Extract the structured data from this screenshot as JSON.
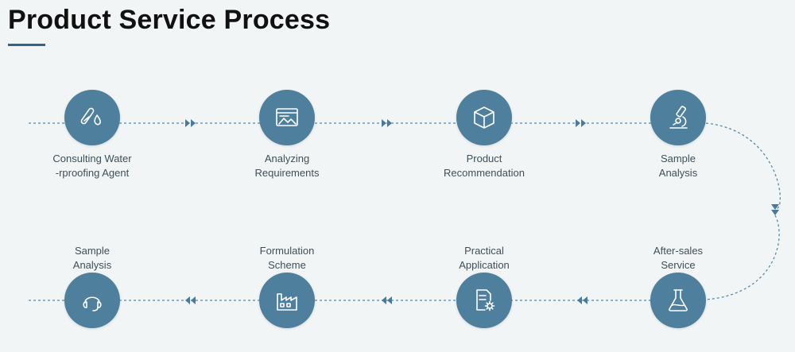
{
  "header": {
    "title": "Product Service Process"
  },
  "steps_top": [
    {
      "label": "Consulting Water\n-rproofing Agent",
      "icon": "dropper-test-tube-icon"
    },
    {
      "label": "Analyzing\nRequirements",
      "icon": "browser-image-icon"
    },
    {
      "label": "Product\nRecommendation",
      "icon": "box-icon"
    },
    {
      "label": "Sample\nAnalysis",
      "icon": "microscope-icon"
    }
  ],
  "steps_bottom": [
    {
      "label": "Sample\nAnalysis",
      "icon": "headset-icon"
    },
    {
      "label": "Formulation\nScheme",
      "icon": "factory-icon"
    },
    {
      "label": "Practical\nApplication",
      "icon": "document-gear-icon"
    },
    {
      "label": "After-sales\nService",
      "icon": "flask-icon"
    }
  ],
  "colors": {
    "node": "#4e7f9d",
    "connector": "#5c88a6",
    "title_accent": "#2f6687"
  }
}
